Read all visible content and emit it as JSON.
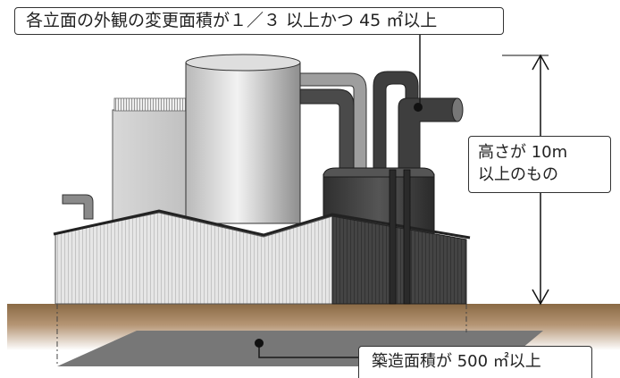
{
  "labels": {
    "exterior_change": "各立面の外観の変更面積が１／３ 以上かつ 45 ㎡以上",
    "height_line1": "高さが 10m",
    "height_line2": "以上のもの",
    "building_area": "築造面積が 500 ㎡以上"
  },
  "colors": {
    "ground": "#8a6a45",
    "shadow": "#777777",
    "dark_tank": "#3d3d3d",
    "annotation_line": "#1a1a1a"
  }
}
